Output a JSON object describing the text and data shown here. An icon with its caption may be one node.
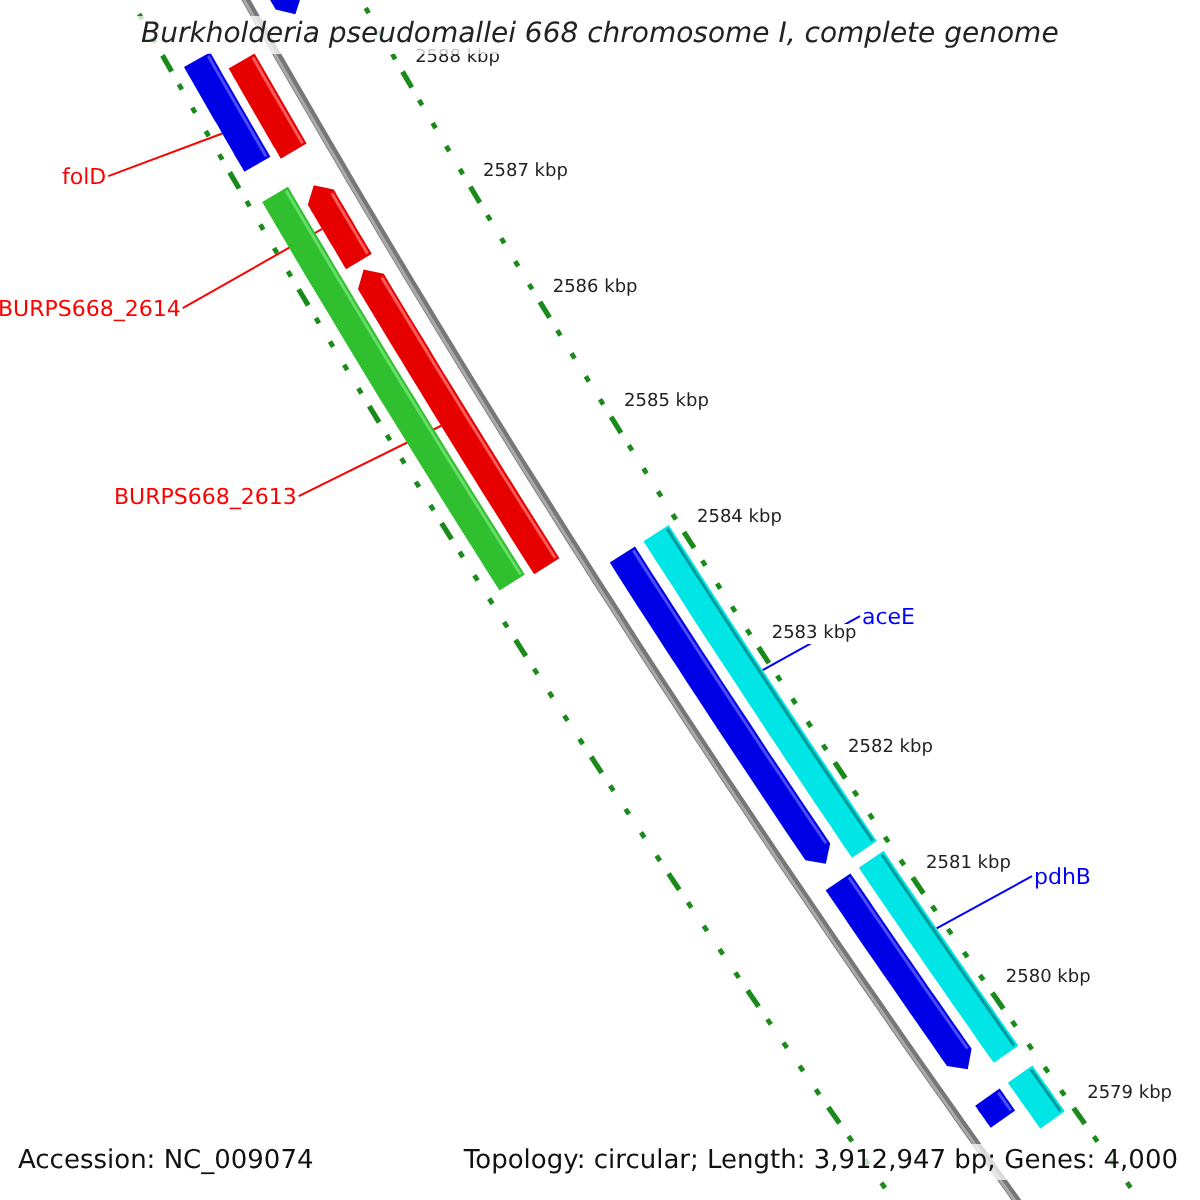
{
  "diagram": {
    "title": "Burkholderia pseudomallei 668 chromosome I, complete genome",
    "nodes": [
      {
        "text": [
          "folD"
        ]
      },
      {
        "text": [
          "BURPS668_2614"
        ]
      },
      {
        "text": [
          "BURPS668_2613"
        ]
      },
      {
        "text": [
          "aceE"
        ]
      },
      {
        "text": [
          "pdhB"
        ]
      },
      {
        "text": [],
        "shape": "bar"
      },
      {
        "text": [],
        "shape": "bar"
      },
      {
        "text": [],
        "shape": "bar"
      },
      {
        "text": [],
        "shape": "bar"
      },
      {
        "text": [],
        "shape": "bar"
      },
      {
        "text": [],
        "shape": "bar"
      },
      {
        "text": [],
        "shape": "bar"
      },
      {
        "text": [],
        "shape": "bar"
      },
      {
        "text": [],
        "shape": "bar"
      },
      {
        "text": [],
        "shape": "bar"
      },
      {
        "text": [],
        "shape": "bar"
      },
      {
        "text": [],
        "shape": "bar"
      }
    ],
    "edges": [
      {
        "from": 0,
        "to": 6,
        "arrow": "none"
      },
      {
        "from": 1,
        "to": 8,
        "arrow": "none"
      },
      {
        "from": 2,
        "to": 10,
        "arrow": "none"
      },
      {
        "from": 3,
        "to": 11,
        "arrow": "none",
        "color": "#0000ff"
      },
      {
        "from": 4,
        "to": 13,
        "arrow": "none",
        "color": "#0000ff"
      }
    ],
    "labels": [
      "2588 kbp",
      "2587 kbp",
      "2586 kbp",
      "2585 kbp",
      "2584 kbp",
      "2583 kbp",
      "2582 kbp",
      "2581 kbp",
      "2580 kbp",
      "2579 kbp",
      "Accession: NC_009074",
      "Topology: circular; Length: 3,912,947 bp; Genes: 4,000"
    ]
  }
}
